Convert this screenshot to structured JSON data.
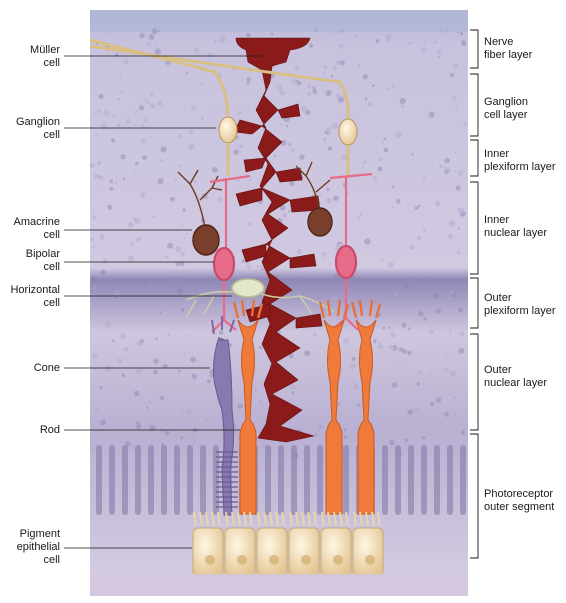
{
  "cell_labels": [
    {
      "key": "muller",
      "lines": [
        "Müller",
        "cell"
      ]
    },
    {
      "key": "ganglion",
      "lines": [
        "Ganglion",
        "cell"
      ]
    },
    {
      "key": "amacrine",
      "lines": [
        "Amacrine",
        "cell"
      ]
    },
    {
      "key": "bipolar",
      "lines": [
        "Bipolar",
        "cell"
      ]
    },
    {
      "key": "horizontal",
      "lines": [
        "Horizontal",
        "cell"
      ]
    },
    {
      "key": "cone",
      "lines": [
        "Cone"
      ]
    },
    {
      "key": "rod",
      "lines": [
        "Rod"
      ]
    },
    {
      "key": "pigment",
      "lines": [
        "Pigment",
        "epithelial",
        "cell"
      ]
    }
  ],
  "layer_labels": [
    {
      "key": "nerve_fiber",
      "lines": [
        "Nerve",
        "fiber layer"
      ]
    },
    {
      "key": "ganglion_cell",
      "lines": [
        "Ganglion",
        "cell layer"
      ]
    },
    {
      "key": "inner_plexiform",
      "lines": [
        "Inner",
        "plexiform layer"
      ]
    },
    {
      "key": "inner_nuclear",
      "lines": [
        "Inner",
        "nuclear layer"
      ]
    },
    {
      "key": "outer_plexiform",
      "lines": [
        "Outer",
        "plexiform layer"
      ]
    },
    {
      "key": "outer_nuclear",
      "lines": [
        "Outer",
        "nuclear layer"
      ]
    },
    {
      "key": "photoreceptor_outer",
      "lines": [
        "Photoreceptor",
        "outer segment"
      ]
    }
  ],
  "colors": {
    "tissue_bg": "#c9c3dc",
    "tissue_dark": "#9b93bd",
    "muller": "#8b1a1a",
    "ganglion": "#e8d3a0",
    "bipolar": "#e86b8a",
    "amacrine": "#7a3f2a",
    "horizontal": "#e3e6c8",
    "cone": "#ef7a3a",
    "rod_violet": "#8a78b0",
    "pigment": "#efdcb7"
  }
}
